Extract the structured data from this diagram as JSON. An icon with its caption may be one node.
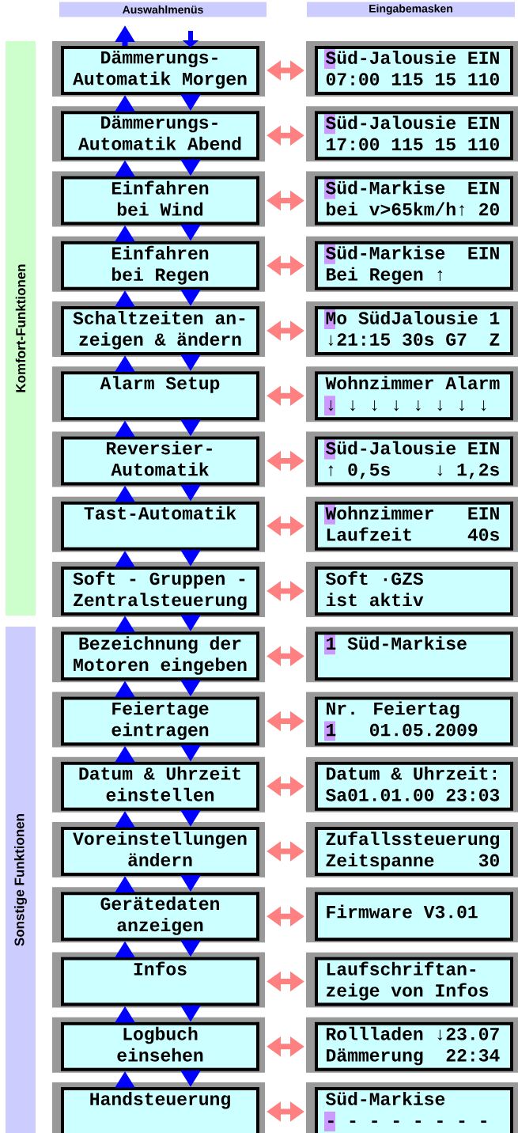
{
  "diagram": {
    "nodes": [
      {
        "text": [
          "Auswahlmenüs"
        ]
      },
      {
        "text": [
          "Eingabemasken"
        ]
      },
      {
        "text": [
          "Komfort-Funktionen"
        ]
      },
      {
        "text": [
          "Sonstige Funktionen"
        ]
      },
      {
        "text": [
          "Dämmerungs- Automatik Morgen"
        ]
      },
      {
        "text": [
          "Süd-Jalousie EIN",
          "07:00 115 15 110"
        ]
      },
      {
        "text": [
          "Dämmerungs- Automatik Abend"
        ]
      },
      {
        "text": [
          "Süd-Jalousie EIN",
          "17:00 115 15 110"
        ]
      },
      {
        "text": [
          "Einfahren bei Wind"
        ]
      },
      {
        "text": [
          "Süd-Markise  EIN",
          "bei v>65km/h↑ 20"
        ]
      },
      {
        "text": [
          "Einfahren bei Regen"
        ]
      },
      {
        "text": [
          "Süd-Markise  EIN",
          "Bei Regen ↑"
        ]
      },
      {
        "text": [
          "Schaltzeiten an- zeigen & ändern"
        ]
      },
      {
        "text": [
          "Mo SüdJalousie 1",
          "↓21:15 30s G7  Z"
        ]
      },
      {
        "text": [
          "Alarm Setup"
        ]
      },
      {
        "text": [
          "Wohnzimmer Alarm",
          "↓ ↓ ↓ ↓ ↓ ↓ ↓ ↓"
        ]
      },
      {
        "text": [
          "Reversier- Automatik"
        ]
      },
      {
        "text": [
          "Süd-Jalousie EIN",
          "↑ 0,5s    ↓ 1,2s"
        ]
      },
      {
        "text": [
          "Tast-Automatik"
        ]
      },
      {
        "text": [
          "Wohnzimmer   EIN",
          "Laufzeit     40s"
        ]
      },
      {
        "text": [
          "Soft - Gruppen - Zentralsteuerung"
        ]
      },
      {
        "text": [
          "Soft ·GZS",
          "ist aktiv"
        ]
      },
      {
        "text": [
          "Bezeichnung der Motoren eingeben"
        ]
      },
      {
        "text": [
          "1 Süd-Markise"
        ]
      },
      {
        "text": [
          "Feiertage eintragen"
        ]
      },
      {
        "text": [
          "Nr. Feiertag",
          "1   01.05.2009"
        ]
      },
      {
        "text": [
          "Datum & Uhrzeit einstellen"
        ]
      },
      {
        "text": [
          "Datum & Uhrzeit:",
          "Sa01.01.00 23:03"
        ]
      },
      {
        "text": [
          "Voreinstellungen ändern"
        ]
      },
      {
        "text": [
          "Zufallssteuerung",
          "Zeitspanne    30"
        ]
      },
      {
        "text": [
          "Gerätedaten anzeigen"
        ]
      },
      {
        "text": [
          "Firmware V3.01"
        ]
      },
      {
        "text": [
          "Infos"
        ]
      },
      {
        "text": [
          "Laufschriftan-",
          "zeige von Infos"
        ]
      },
      {
        "text": [
          "Logbuch einsehen"
        ]
      },
      {
        "text": [
          "Rollladen ↓23.07",
          "Dämmerung  22:34"
        ]
      },
      {
        "text": [
          "Handsteuerung"
        ]
      },
      {
        "text": [
          "Süd-Markise",
          "- - - - - - - -"
        ]
      }
    ],
    "edges": [
      {
        "from": 4,
        "to": null,
        "arrow": "to",
        "color": "#0000ff"
      },
      {
        "from": null,
        "to": 4,
        "arrow": "to",
        "color": "#0000ff"
      },
      {
        "from": 4,
        "to": 5,
        "arrow": "both",
        "color": "#ff8080"
      },
      {
        "from": 6,
        "to": 4,
        "arrow": "to",
        "color": "#0000ff"
      },
      {
        "from": 4,
        "to": 6,
        "arrow": "to",
        "color": "#0000ff"
      },
      {
        "from": 6,
        "to": 7,
        "arrow": "both",
        "color": "#ff8080"
      },
      {
        "from": 8,
        "to": 6,
        "arrow": "to",
        "color": "#0000ff"
      },
      {
        "from": 6,
        "to": 8,
        "arrow": "to",
        "color": "#0000ff"
      },
      {
        "from": 8,
        "to": 9,
        "arrow": "both",
        "color": "#ff8080"
      },
      {
        "from": 10,
        "to": 8,
        "arrow": "to",
        "color": "#0000ff"
      },
      {
        "from": 8,
        "to": 10,
        "arrow": "to",
        "color": "#0000ff"
      },
      {
        "from": 10,
        "to": 11,
        "arrow": "both",
        "color": "#ff8080"
      },
      {
        "from": 12,
        "to": 10,
        "arrow": "to",
        "color": "#0000ff"
      },
      {
        "from": 10,
        "to": 12,
        "arrow": "to",
        "color": "#0000ff"
      },
      {
        "from": 12,
        "to": 13,
        "arrow": "both",
        "color": "#ff8080"
      },
      {
        "from": 14,
        "to": 12,
        "arrow": "to",
        "color": "#0000ff"
      },
      {
        "from": 12,
        "to": 14,
        "arrow": "to",
        "color": "#0000ff"
      },
      {
        "from": 14,
        "to": 15,
        "arrow": "both",
        "color": "#ff8080"
      },
      {
        "from": 16,
        "to": 14,
        "arrow": "to",
        "color": "#0000ff"
      },
      {
        "from": 14,
        "to": 16,
        "arrow": "to",
        "color": "#0000ff"
      },
      {
        "from": 16,
        "to": 17,
        "arrow": "both",
        "color": "#ff8080"
      },
      {
        "from": 18,
        "to": 16,
        "arrow": "to",
        "color": "#0000ff"
      },
      {
        "from": 16,
        "to": 18,
        "arrow": "to",
        "color": "#0000ff"
      },
      {
        "from": 18,
        "to": 19,
        "arrow": "both",
        "color": "#ff8080"
      },
      {
        "from": 20,
        "to": 18,
        "arrow": "to",
        "color": "#0000ff"
      },
      {
        "from": 18,
        "to": 20,
        "arrow": "to",
        "color": "#0000ff"
      },
      {
        "from": 20,
        "to": 21,
        "arrow": "both",
        "color": "#ff8080"
      },
      {
        "from": 22,
        "to": 20,
        "arrow": "to",
        "color": "#0000ff"
      },
      {
        "from": 20,
        "to": 22,
        "arrow": "to",
        "color": "#0000ff"
      },
      {
        "from": 22,
        "to": 23,
        "arrow": "both",
        "color": "#ff8080"
      },
      {
        "from": 24,
        "to": 22,
        "arrow": "to",
        "color": "#0000ff"
      },
      {
        "from": 22,
        "to": 24,
        "arrow": "to",
        "color": "#0000ff"
      },
      {
        "from": 24,
        "to": 25,
        "arrow": "both",
        "color": "#ff8080"
      },
      {
        "from": 26,
        "to": 24,
        "arrow": "to",
        "color": "#0000ff"
      },
      {
        "from": 24,
        "to": 26,
        "arrow": "to",
        "color": "#0000ff"
      },
      {
        "from": 26,
        "to": 27,
        "arrow": "both",
        "color": "#ff8080"
      },
      {
        "from": 28,
        "to": 26,
        "arrow": "to",
        "color": "#0000ff"
      },
      {
        "from": 26,
        "to": 28,
        "arrow": "to",
        "color": "#0000ff"
      },
      {
        "from": 28,
        "to": 29,
        "arrow": "both",
        "color": "#ff8080"
      },
      {
        "from": 30,
        "to": 28,
        "arrow": "to",
        "color": "#0000ff"
      },
      {
        "from": 28,
        "to": 30,
        "arrow": "to",
        "color": "#0000ff"
      },
      {
        "from": 30,
        "to": 31,
        "arrow": "both",
        "color": "#ff8080"
      },
      {
        "from": 32,
        "to": 30,
        "arrow": "to",
        "color": "#0000ff"
      },
      {
        "from": 30,
        "to": 32,
        "arrow": "to",
        "color": "#0000ff"
      },
      {
        "from": 32,
        "to": 33,
        "arrow": "both",
        "color": "#ff8080"
      },
      {
        "from": 34,
        "to": 32,
        "arrow": "to",
        "color": "#0000ff"
      },
      {
        "from": 32,
        "to": 34,
        "arrow": "to",
        "color": "#0000ff"
      },
      {
        "from": 34,
        "to": 35,
        "arrow": "both",
        "color": "#ff8080"
      },
      {
        "from": 36,
        "to": 34,
        "arrow": "to",
        "color": "#0000ff"
      },
      {
        "from": 34,
        "to": 36,
        "arrow": "to",
        "color": "#0000ff"
      },
      {
        "from": 36,
        "to": 37,
        "arrow": "both",
        "color": "#ff8080"
      }
    ]
  }
}
